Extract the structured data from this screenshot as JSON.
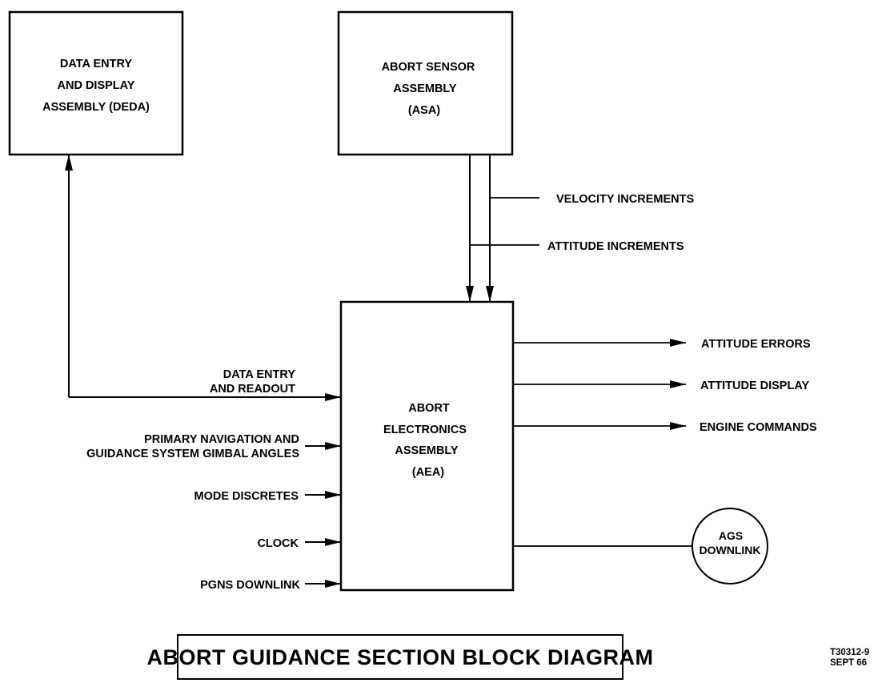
{
  "diagram": {
    "title": "ABORT GUIDANCE SECTION BLOCK DIAGRAM",
    "reference": {
      "code": "T30312-9",
      "date": "SEPT 66"
    },
    "blocks": {
      "deda": {
        "lines": [
          "DATA ENTRY",
          "AND DISPLAY",
          "ASSEMBLY (DEDA)"
        ]
      },
      "asa": {
        "lines": [
          "ABORT SENSOR",
          "ASSEMBLY",
          "(ASA)"
        ]
      },
      "aea": {
        "lines": [
          "ABORT",
          "ELECTRONICS",
          "ASSEMBLY",
          "(AEA)"
        ]
      },
      "ags_downlink": {
        "lines": [
          "AGS",
          "DOWNLINK"
        ]
      }
    },
    "asa_signals": [
      {
        "label": "VELOCITY INCREMENTS"
      },
      {
        "label": "ATTITUDE INCREMENTS"
      }
    ],
    "deda_link": {
      "lines": [
        "DATA ENTRY",
        "AND READOUT"
      ]
    },
    "inputs": [
      {
        "lines": [
          "PRIMARY NAVIGATION AND",
          "GUIDANCE SYSTEM GIMBAL ANGLES"
        ]
      },
      {
        "lines": [
          "MODE DISCRETES"
        ]
      },
      {
        "lines": [
          "CLOCK"
        ]
      },
      {
        "lines": [
          "PGNS DOWNLINK"
        ]
      }
    ],
    "outputs": [
      {
        "label": "ATTITUDE ERRORS"
      },
      {
        "label": "ATTITUDE DISPLAY"
      },
      {
        "label": "ENGINE COMMANDS"
      }
    ]
  }
}
